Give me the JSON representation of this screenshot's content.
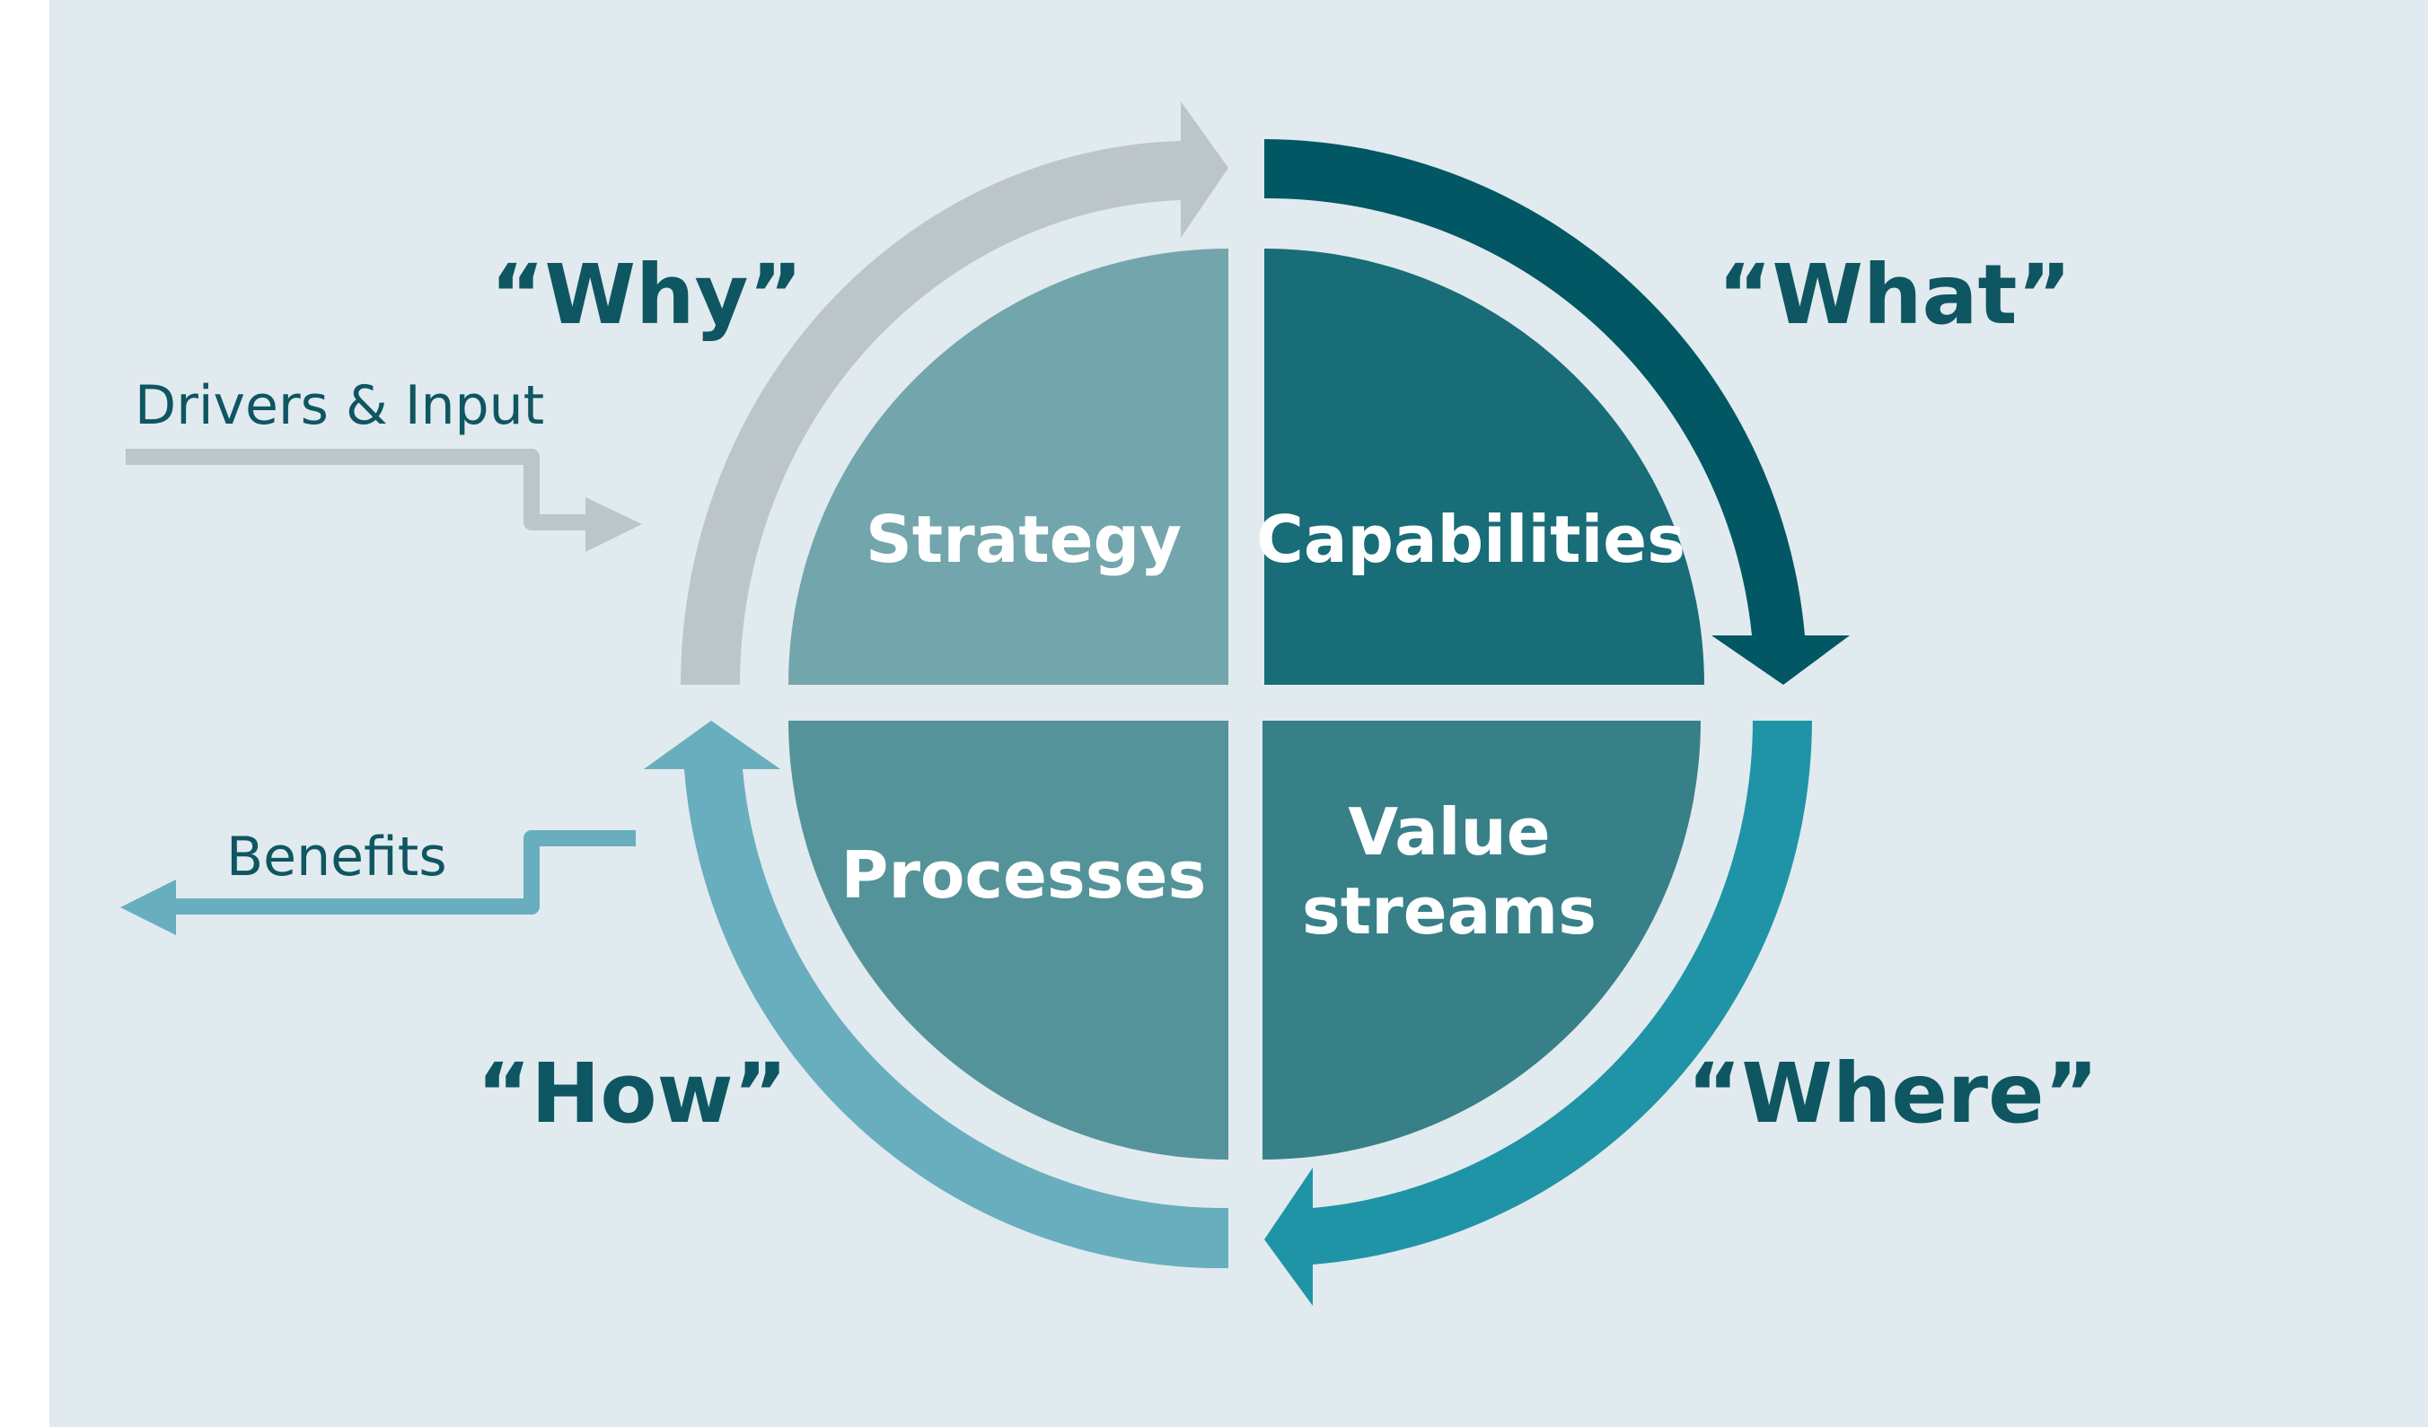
{
  "quadrants": {
    "strategy": "Strategy",
    "capabilities": "Capabilities",
    "processes": "Processes",
    "value_streams_line1": "Value",
    "value_streams_line2": "streams"
  },
  "questions": {
    "why": "“Why”",
    "what": "“What”",
    "where": "“Where”",
    "how": "“How”"
  },
  "side": {
    "drivers": "Drivers & Input",
    "benefits": "Benefits"
  },
  "colors": {
    "background": "#e1eaee",
    "strategy": "#73a5ac",
    "capabilities": "#186d78",
    "processes": "#549399",
    "value_streams": "#378088",
    "arrow_why": "#bcc5c8",
    "arrow_what": "#025764",
    "arrow_where": "#1f94a6",
    "arrow_how": "#68aebe",
    "text_dark": "#0e5662",
    "text_white": "#ffffff"
  }
}
